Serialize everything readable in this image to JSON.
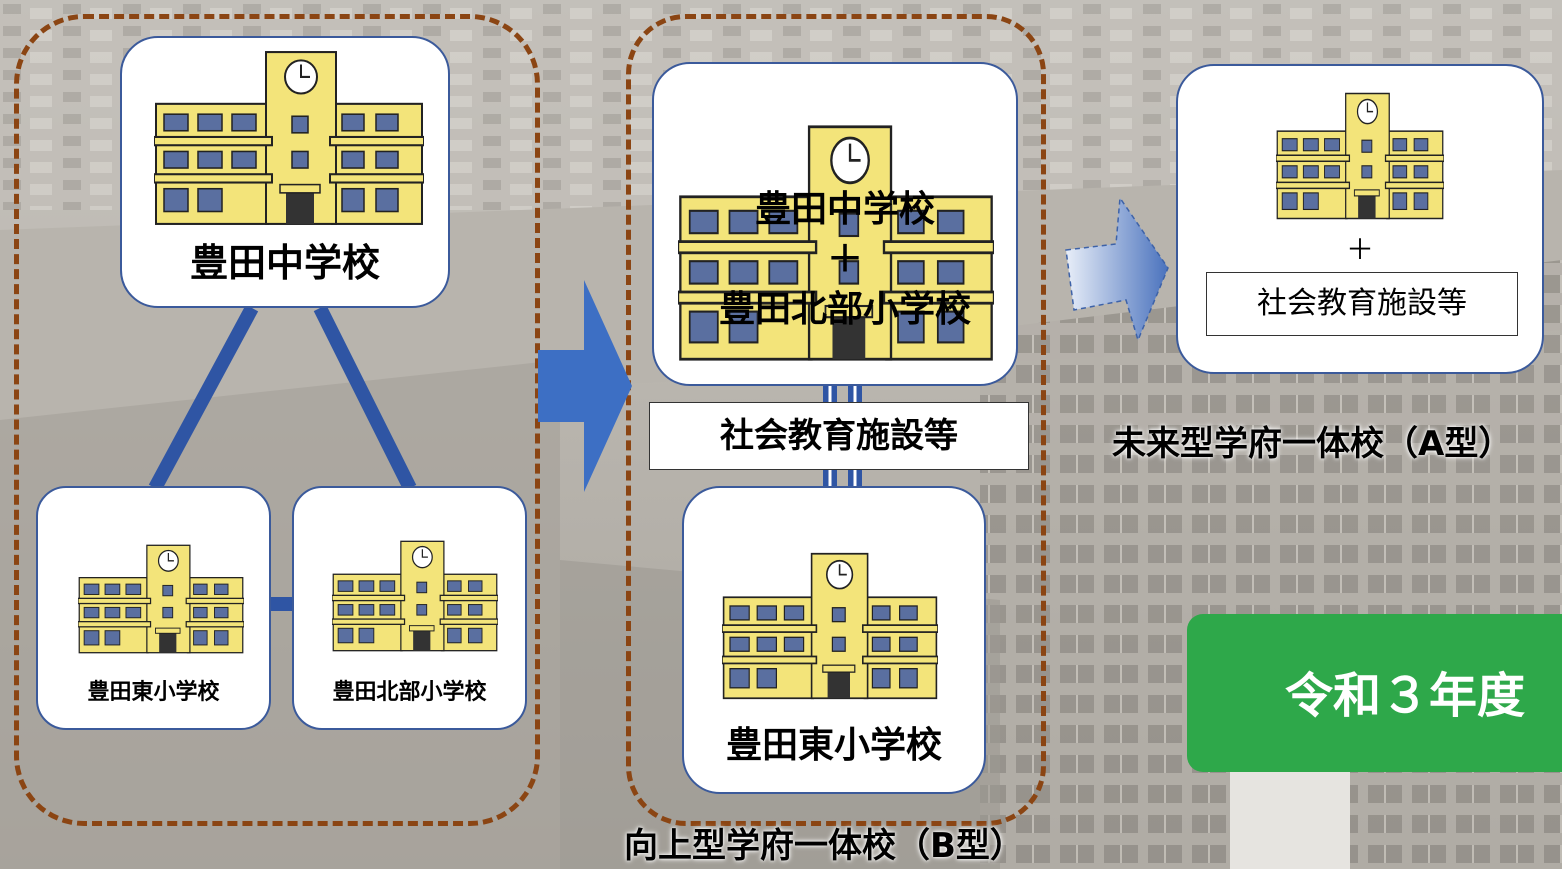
{
  "group_before": {
    "junior_high": "豊田中学校",
    "elementary_east": "豊田東小学校",
    "elementary_north": "豊田北部小学校"
  },
  "type_b": {
    "combined_line1": "豊田中学校",
    "combined_plus": "＋",
    "combined_line2": "豊田北部小学校",
    "facility": "社会教育施設等",
    "elementary_east": "豊田東小学校",
    "caption": "向上型学府一体校（B型）"
  },
  "type_a": {
    "plus": "＋",
    "facility": "社会教育施設等",
    "caption": "未来型学府一体校（A型）"
  },
  "badge": {
    "text": "令和３年度",
    "color": "#2ea84a"
  },
  "colors": {
    "card_border": "#3b5a9b",
    "dash": "#8b4513",
    "connector": "#2f55a4",
    "arrow": "#3d6fc4",
    "building": "#f3e47a"
  },
  "icons": [
    "school-building-icon",
    "clock-icon",
    "right-arrow-icon",
    "dashed-right-arrow-icon"
  ]
}
